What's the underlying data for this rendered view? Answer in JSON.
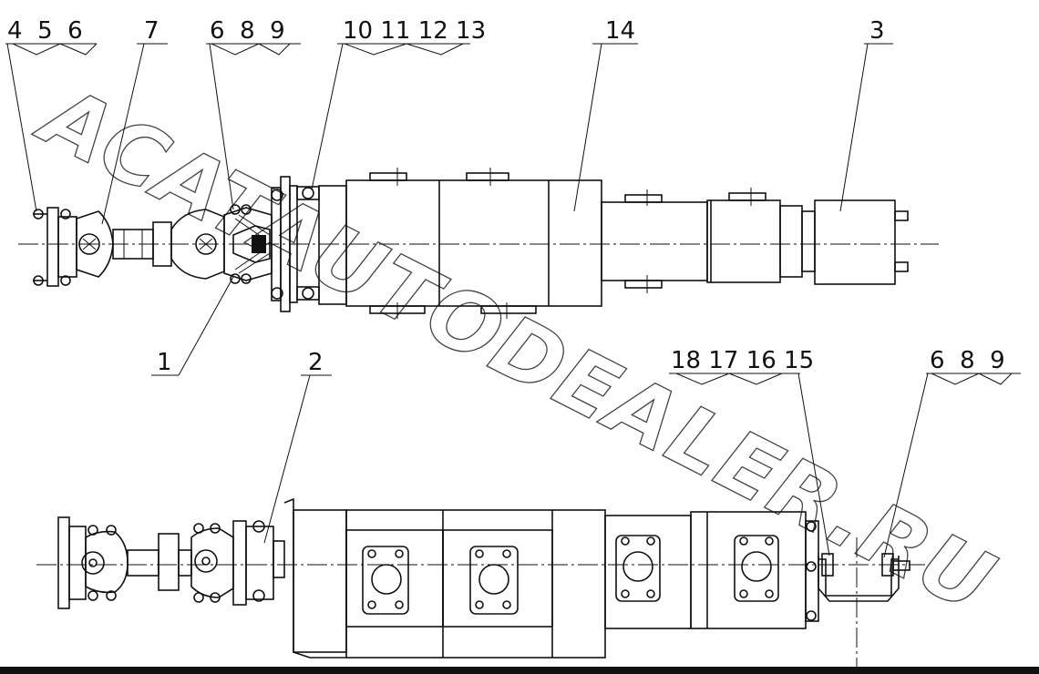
{
  "watermark": "ACATAUTODEALER.RU",
  "callouts": {
    "c_4_5_6": "4  5  6",
    "c_7": "7",
    "c_6_8_9_top": "6  8  9",
    "c_10_13": "10 11 12 13",
    "c_14": "14",
    "c_3": "3",
    "c_1": "1",
    "c_2": "2",
    "c_18_15": "18 17 16 15",
    "c_6_8_9_bottom": "6  8  9"
  }
}
